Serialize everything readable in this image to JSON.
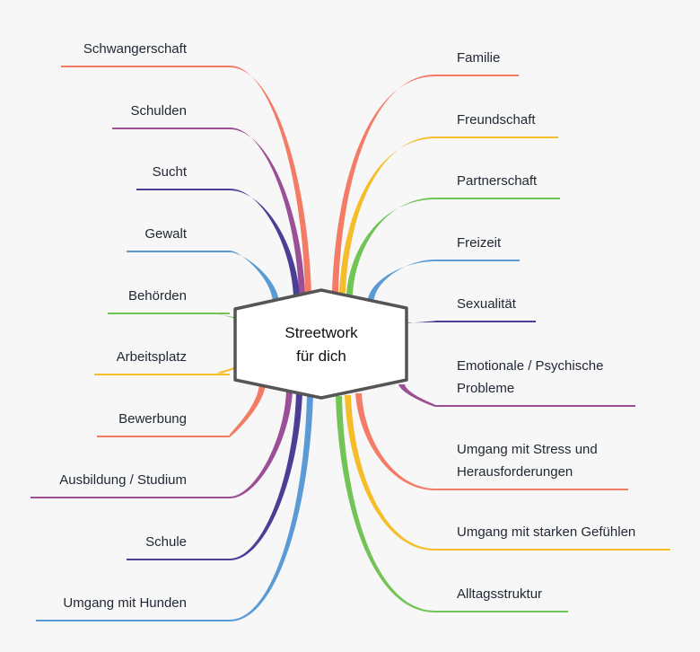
{
  "center": {
    "lines": [
      "Streetwork",
      "für dich"
    ]
  },
  "colors": {
    "red": "#f47c67",
    "purple": "#9b4f96",
    "indigo": "#4b3f95",
    "blue": "#5b9bd5",
    "green": "#72c457",
    "yellow": "#f6bd2a",
    "center_border": "#555555",
    "center_fill": "#ffffff"
  },
  "left_branches": [
    {
      "lines": [
        "Schwangerschaft"
      ],
      "color": "red"
    },
    {
      "lines": [
        "Schulden"
      ],
      "color": "purple"
    },
    {
      "lines": [
        "Sucht"
      ],
      "color": "indigo"
    },
    {
      "lines": [
        "Gewalt"
      ],
      "color": "blue"
    },
    {
      "lines": [
        "Behörden"
      ],
      "color": "green"
    },
    {
      "lines": [
        "Arbeitsplatz"
      ],
      "color": "yellow"
    },
    {
      "lines": [
        "Bewerbung"
      ],
      "color": "red"
    },
    {
      "lines": [
        "Ausbildung / Studium"
      ],
      "color": "purple"
    },
    {
      "lines": [
        "Schule"
      ],
      "color": "indigo"
    },
    {
      "lines": [
        "Umgang mit Hunden"
      ],
      "color": "blue"
    }
  ],
  "right_branches": [
    {
      "lines": [
        "Familie"
      ],
      "color": "red"
    },
    {
      "lines": [
        "Freundschaft"
      ],
      "color": "yellow"
    },
    {
      "lines": [
        "Partnerschaft"
      ],
      "color": "green"
    },
    {
      "lines": [
        "Freizeit"
      ],
      "color": "blue"
    },
    {
      "lines": [
        "Sexualität"
      ],
      "color": "indigo"
    },
    {
      "lines": [
        "Emotionale / Psychische",
        "Probleme"
      ],
      "color": "purple"
    },
    {
      "lines": [
        "Umgang mit Stress und",
        "Herausforderungen"
      ],
      "color": "red"
    },
    {
      "lines": [
        "Umgang mit starken Gefühlen"
      ],
      "color": "yellow"
    },
    {
      "lines": [
        "Alltagsstruktur"
      ],
      "color": "green"
    }
  ]
}
